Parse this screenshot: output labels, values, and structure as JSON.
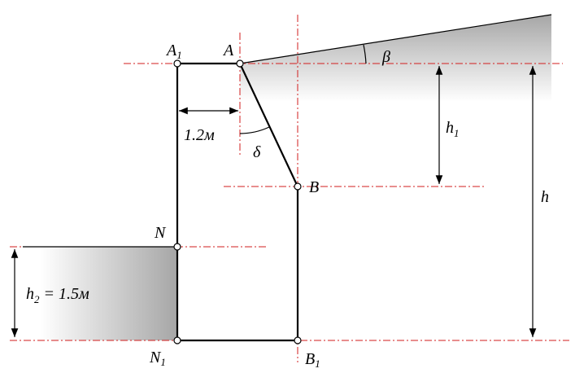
{
  "labels": {
    "A1": {
      "main": "A",
      "sub": "1"
    },
    "A": "A",
    "B": "B",
    "B1": {
      "main": "B",
      "sub": "1"
    },
    "N": "N",
    "N1": {
      "main": "N",
      "sub": "1"
    },
    "beta": "β",
    "delta": "δ",
    "h": "h",
    "h1": {
      "main": "h",
      "sub": "1"
    },
    "h2": {
      "main": "h",
      "sub": "2",
      "rest": " = 1.5м"
    },
    "width": "1.2м"
  },
  "colors": {
    "line": "#000000",
    "axis": "#d21e1e",
    "soil_dark": "#a6a6a6",
    "soil_light": "#ffffff"
  }
}
